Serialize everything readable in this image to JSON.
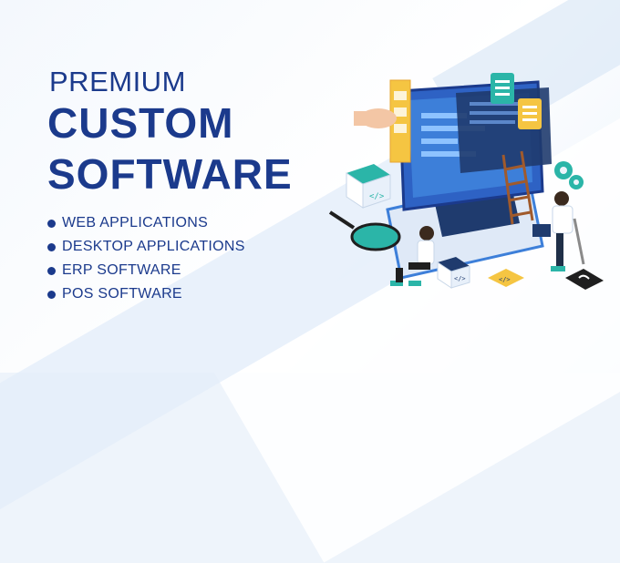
{
  "headline": {
    "pre": "PREMIUM",
    "line1": "CUSTOM",
    "line2": "SOFTWARE"
  },
  "services": [
    "WEB APPLICATIONS",
    "DESKTOP APPLICATIONS",
    "ERP SOFTWARE",
    "POS SOFTWARE"
  ],
  "illustration": {
    "icons": [
      "laptop-icon",
      "code-icon",
      "magnifier-icon",
      "gear-icon",
      "ladder-icon",
      "developer-person-icon"
    ]
  },
  "colors": {
    "primary": "#1b3a8c",
    "accent_teal": "#2bb5a8",
    "accent_blue": "#3d7fd9",
    "accent_yellow": "#f5c542"
  }
}
